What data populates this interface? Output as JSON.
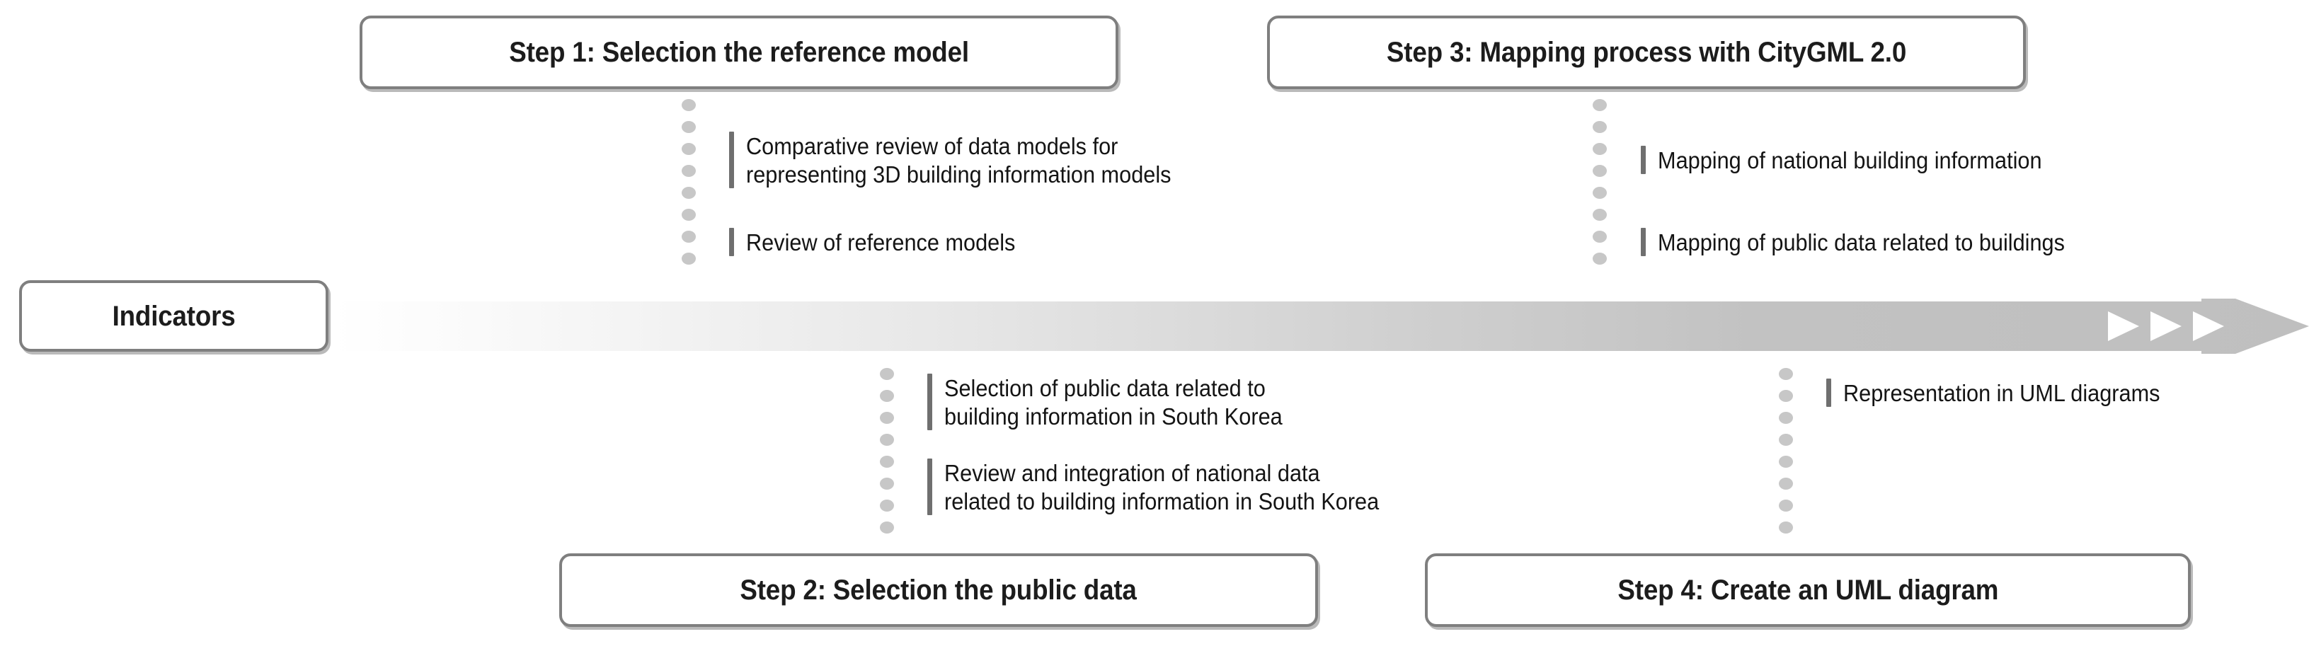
{
  "diagram": {
    "title": "Four-step research methodology flow with Indicators timeline arrow",
    "colors": {
      "box_border": "#7f7f7f",
      "box_fill": "#ffffff",
      "text": "#1c1c1c",
      "arrow_start": "#ffffff",
      "arrow_end": "#bfbfbf",
      "dotted_connector": "#c7c7c7",
      "bullet_tick": "#6f6f6f"
    },
    "indicators_label": "Indicators",
    "arrow": {
      "name": "indicators-timeline-arrow",
      "direction": "left-to-right",
      "chevron_count": 3
    },
    "steps": [
      {
        "id": "step1",
        "position": "top",
        "label": "Step 1: Selection the reference model",
        "bullets": [
          "Comparative review of data models for\nrepresenting 3D building information models",
          "Review of reference models"
        ]
      },
      {
        "id": "step3",
        "position": "top",
        "label": "Step 3: Mapping process with CityGML 2.0",
        "bullets": [
          "Mapping of national building information",
          "Mapping of public data related to buildings"
        ]
      },
      {
        "id": "step2",
        "position": "bottom",
        "label": "Step 2: Selection the public data",
        "bullets": [
          "Selection of public data related to\nbuilding information in South Korea",
          "Review and integration of national data\nrelated to building information in South Korea"
        ]
      },
      {
        "id": "step4",
        "position": "bottom",
        "label": "Step 4: Create an UML diagram",
        "bullets": [
          "Representation in UML diagrams"
        ]
      }
    ]
  }
}
